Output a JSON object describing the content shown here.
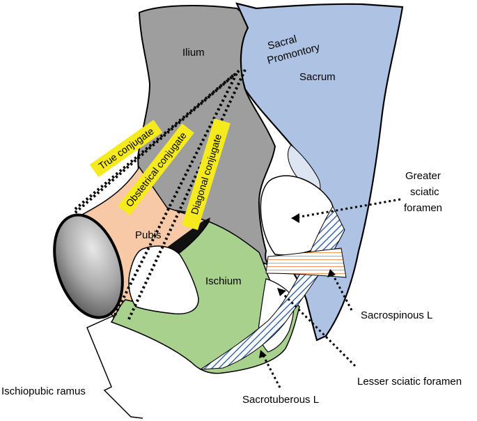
{
  "labels": {
    "ilium": "Ilium",
    "sacral_promontory_line1": "Sacral",
    "sacral_promontory_line2": "Promontory",
    "sacrum": "Sacrum",
    "pubis": "Pubis",
    "ischium": "Ischium",
    "greater_sciatic_line1": "Greater",
    "greater_sciatic_line2": "sciatic",
    "greater_sciatic_line3": "foramen",
    "sacrospinous": "Sacrospinous L",
    "lesser_sciatic": "Lesser sciatic foramen",
    "sacrotuberous": "Sacrotuberous L",
    "ischiopubic_ramus": "Ischiopubic ramus"
  },
  "conjugates": {
    "true": "True conjugate",
    "obstetrical": "Obstetrical conjugate",
    "diagonal": "Diagonal conjugate"
  },
  "colors": {
    "ilium": "#9e9e9e",
    "sacrum": "#aec3e4",
    "pubis": "#f7c9a7",
    "ischium": "#a9d18e",
    "label_highlight": "#f5ea1e",
    "sacrospinous_stripe": "#f0965a",
    "sacrotuberous_stripe": "#3a66b0"
  }
}
